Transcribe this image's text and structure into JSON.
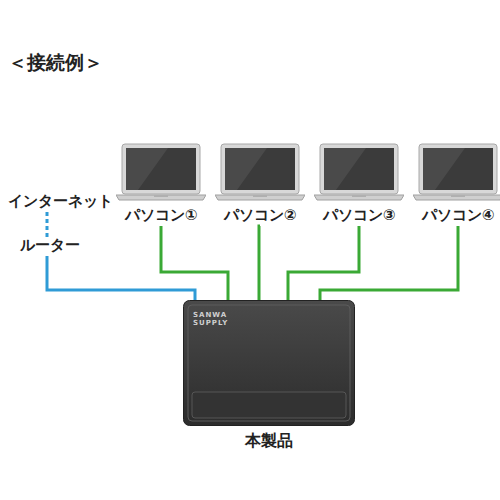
{
  "diagram": {
    "title": "＜接続例＞",
    "nodes": [
      {
        "text": [
          "パソコン①"
        ]
      },
      {
        "text": [
          "パソコン②"
        ]
      },
      {
        "text": [
          "パソコン③"
        ]
      },
      {
        "text": [
          "パソコン④"
        ]
      },
      {
        "text": [
          "インターネット"
        ]
      },
      {
        "text": [
          "ルーター"
        ]
      },
      {
        "text": [
          "本製品"
        ]
      }
    ],
    "edges": [
      {
        "from": 4,
        "to": 5,
        "arrow": "none"
      },
      {
        "from": 5,
        "to": 6,
        "arrow": "none"
      },
      {
        "from": 0,
        "to": 6,
        "arrow": "none"
      },
      {
        "from": 1,
        "to": 6,
        "arrow": "none"
      },
      {
        "from": 2,
        "to": 6,
        "arrow": "none"
      },
      {
        "from": 3,
        "to": 6,
        "arrow": "none"
      }
    ],
    "labels": [
      "SANWA SUPPLY"
    ]
  }
}
